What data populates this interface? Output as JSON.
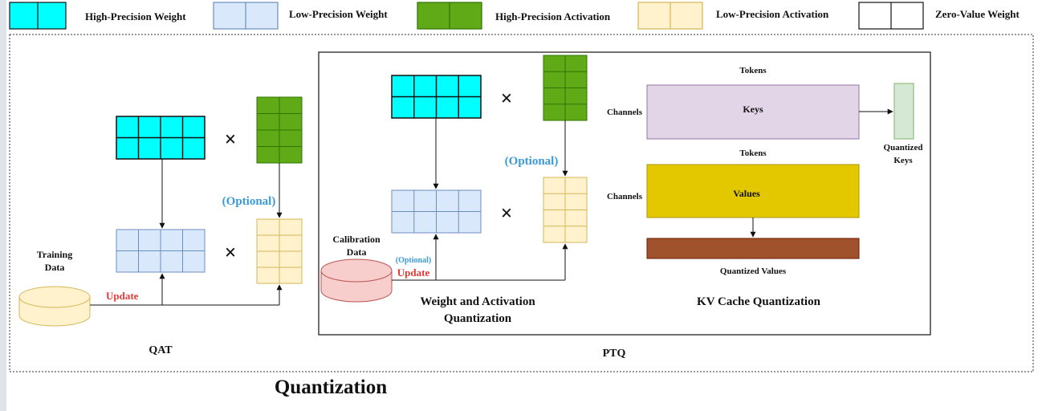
{
  "legend": [
    {
      "label": "High-Precision Weight",
      "fill": "#00ffff",
      "stroke": "#111111"
    },
    {
      "label": "Low-Precision Weight",
      "fill": "#dae8fc",
      "stroke": "#6c8ebf"
    },
    {
      "label": "High-Precision Activation",
      "fill": "#60a917",
      "stroke": "#2d7600"
    },
    {
      "label": "Low-Precision Activation",
      "fill": "#fff2cc",
      "stroke": "#d6b656"
    },
    {
      "label": "Zero-Value Weight",
      "fill": "#ffffff",
      "stroke": "#111111"
    }
  ],
  "qat": {
    "title": "QAT",
    "data_label_line1": "Training",
    "data_label_line2": "Data",
    "update": "Update",
    "optional": "(Optional)",
    "times": "×"
  },
  "ptq": {
    "title": "PTQ",
    "wa": {
      "caption_line1": "Weight and Activation",
      "caption_line2": "Quantization",
      "data_label_line1": "Calibration",
      "data_label_line2": "Data",
      "optional_small": "(Optional)",
      "update": "Update",
      "optional": "(Optional)",
      "times": "×"
    },
    "kv": {
      "caption": "KV Cache Quantization",
      "tokens_label": "Tokens",
      "channels_label": "Channels",
      "keys": "Keys",
      "values": "Values",
      "quantized_keys_line1": "Quantized",
      "quantized_keys_line2": "Keys",
      "quantized_values": "Quantized Values"
    }
  },
  "footer_title": "Quantization",
  "colors": {
    "keys_fill": "#e1d5e7",
    "keys_stroke": "#9673a6",
    "values_fill": "#e3c800",
    "values_stroke": "#b09500",
    "qvalues_fill": "#a0522d",
    "qvalues_stroke": "#6d1f00",
    "qkeys_fill": "#d5e8d4",
    "qkeys_stroke": "#82b366",
    "training_db_fill": "#fff2cc",
    "training_db_stroke": "#d6b656",
    "calib_db_fill": "#f8cecc",
    "calib_db_stroke": "#b85450",
    "optional_text": "#3a9ad9",
    "update_text": "#e53935"
  }
}
